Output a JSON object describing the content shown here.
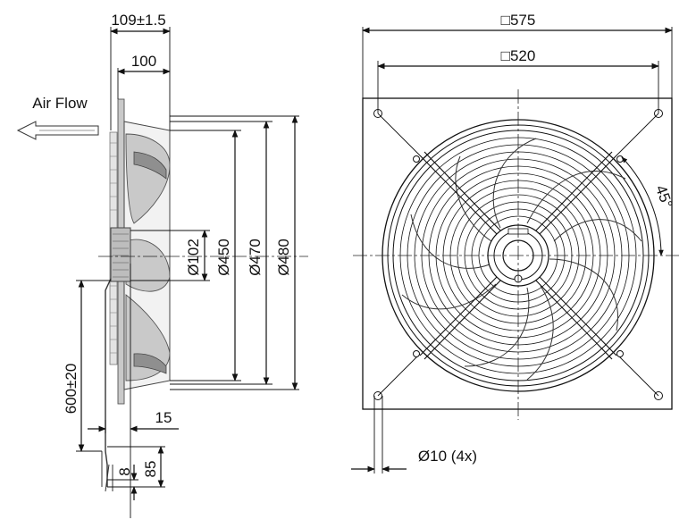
{
  "labels": {
    "air_flow": "Air Flow",
    "width_tol": "109±1.5",
    "width_100": "100",
    "d102": "Ø102",
    "d450": "Ø450",
    "d470": "Ø470",
    "d480": "Ø480",
    "cable_len": "600±20",
    "off15": "15",
    "dim8": "8",
    "dim85": "85",
    "sq575": "□575",
    "sq520": "□520",
    "angle45": "45°",
    "holes": "Ø10 (4x)"
  }
}
